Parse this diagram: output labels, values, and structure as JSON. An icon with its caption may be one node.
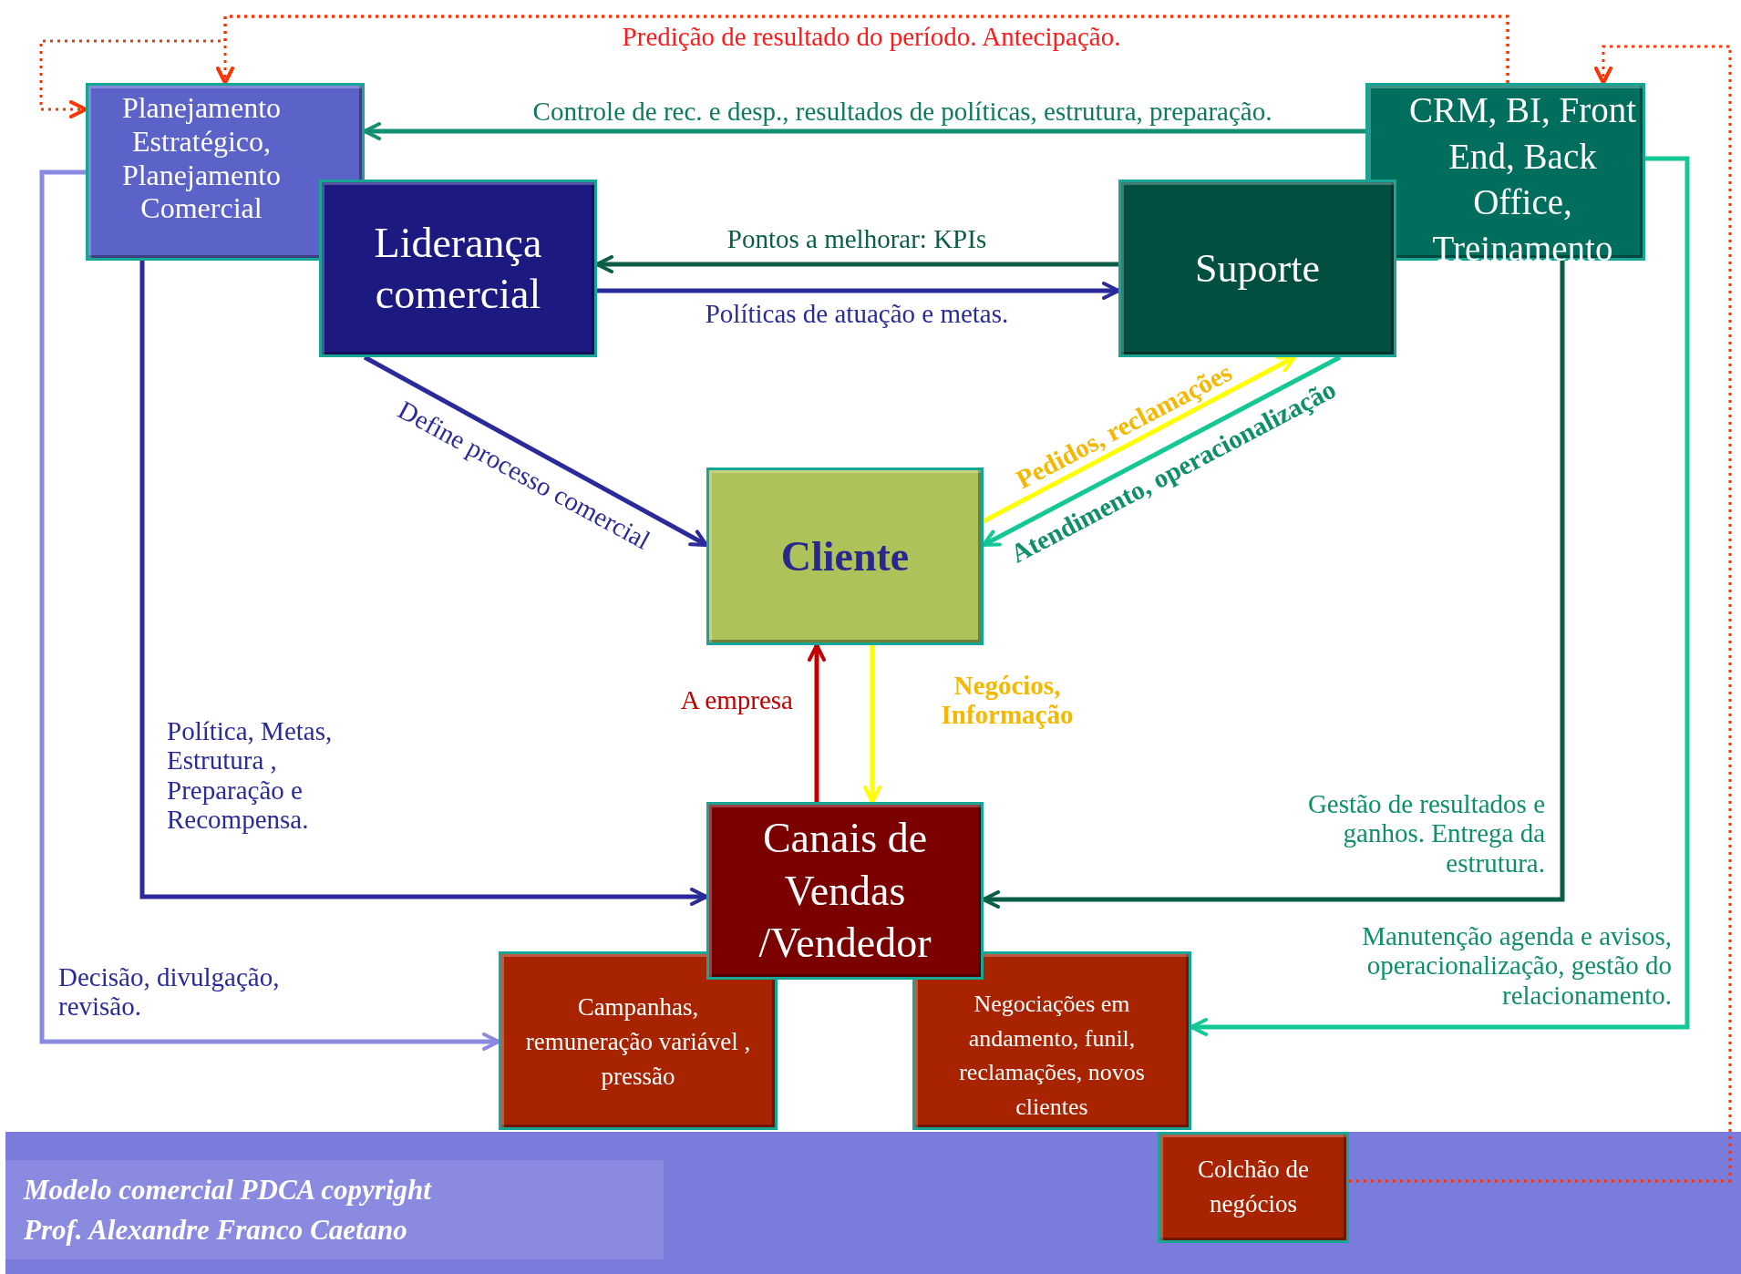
{
  "diagram": {
    "nodes": [
      {
        "text": [
          "Planejamento Estratégico, Planejamento Comercial"
        ]
      },
      {
        "text": [
          "Liderança comercial"
        ]
      },
      {
        "text": [
          "CRM, BI, Front End, Back Office, Treinamento"
        ]
      },
      {
        "text": [
          "Suporte"
        ]
      },
      {
        "text": [
          "Cliente"
        ]
      },
      {
        "text": [
          "Canais de Vendas /Vendedor"
        ]
      },
      {
        "text": [
          "Campanhas, remuneração variável , pressão"
        ]
      },
      {
        "text": [
          "Negociações em andamento, funil, reclamações, novos clientes"
        ]
      },
      {
        "text": [
          "Colchão de negócios"
        ]
      }
    ],
    "edges": [
      {
        "from": 2,
        "to": 0,
        "arrow": "to",
        "label": "Predição de resultado do período. Antecipação.",
        "style": "dashed",
        "color": "#ff3300"
      },
      {
        "from": 2,
        "to": 0,
        "arrow": "to",
        "style": "dashed",
        "color": "#ff3300"
      },
      {
        "from": 8,
        "to": 2,
        "arrow": "to",
        "style": "dashed",
        "color": "#ff3300"
      },
      {
        "from": 2,
        "to": 0,
        "arrow": "to",
        "label": "Controle de rec. e desp., resultados de políticas, estrutura, preparação.",
        "color": "#139072"
      },
      {
        "from": 3,
        "to": 1,
        "arrow": "to",
        "label": "Pontos a melhorar: KPIs",
        "color": "#0b5e45"
      },
      {
        "from": 1,
        "to": 3,
        "arrow": "to",
        "label": "Políticas de atuação e metas.",
        "color": "#2a2a9a"
      },
      {
        "from": 1,
        "to": 4,
        "arrow": "to",
        "label": "Define processo comercial",
        "color": "#2a2a9a"
      },
      {
        "from": 4,
        "to": 3,
        "arrow": "to",
        "label": "Pedidos, reclamações",
        "color": "#ffff00"
      },
      {
        "from": 3,
        "to": 4,
        "arrow": "to",
        "label": "Atendimento, operacionalização",
        "color": "#14c896"
      },
      {
        "from": 5,
        "to": 4,
        "arrow": "to",
        "label": "A empresa",
        "color": "#c00000"
      },
      {
        "from": 4,
        "to": 5,
        "arrow": "to",
        "label": "Negócios, Informação",
        "color": "#ffff00"
      },
      {
        "from": 0,
        "to": 5,
        "arrow": "to",
        "label": "Política, Metas, Estrutura , Preparação e Recompensa.",
        "color": "#2a2a9a"
      },
      {
        "from": 0,
        "to": 6,
        "arrow": "to",
        "label": "Decisão, divulgação, revisão.",
        "color": "#8a8ae0"
      },
      {
        "from": 2,
        "to": 5,
        "arrow": "to",
        "label": "Gestão de resultados e ganhos. Entrega da estrutura.",
        "color": "#0b5e45"
      },
      {
        "from": 2,
        "to": 7,
        "arrow": "to",
        "label": "Manutenção agenda e avisos, operacionalização, gestão do relacionamento.",
        "color": "#14c896"
      }
    ],
    "labels": [
      "Modelo comercial PDCA copyright",
      "Prof. Alexandre Franco Caetano"
    ]
  }
}
